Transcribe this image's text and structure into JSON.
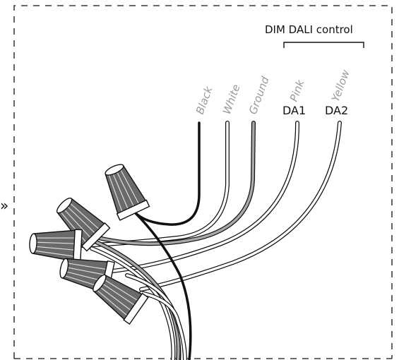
{
  "diagram": {
    "group_label": "DIM DALI control",
    "wire_labels": [
      {
        "name": "Black",
        "color": "#111111"
      },
      {
        "name": "White",
        "color": "#ffffff"
      },
      {
        "name": "Ground",
        "color": "#9a9a9a"
      },
      {
        "name": "Pink",
        "color": "#ffffff"
      },
      {
        "name": "Yellow",
        "color": "#ffffff"
      }
    ],
    "terminal_labels": [
      "DA1",
      "DA2"
    ],
    "connector_arrow": "»"
  }
}
